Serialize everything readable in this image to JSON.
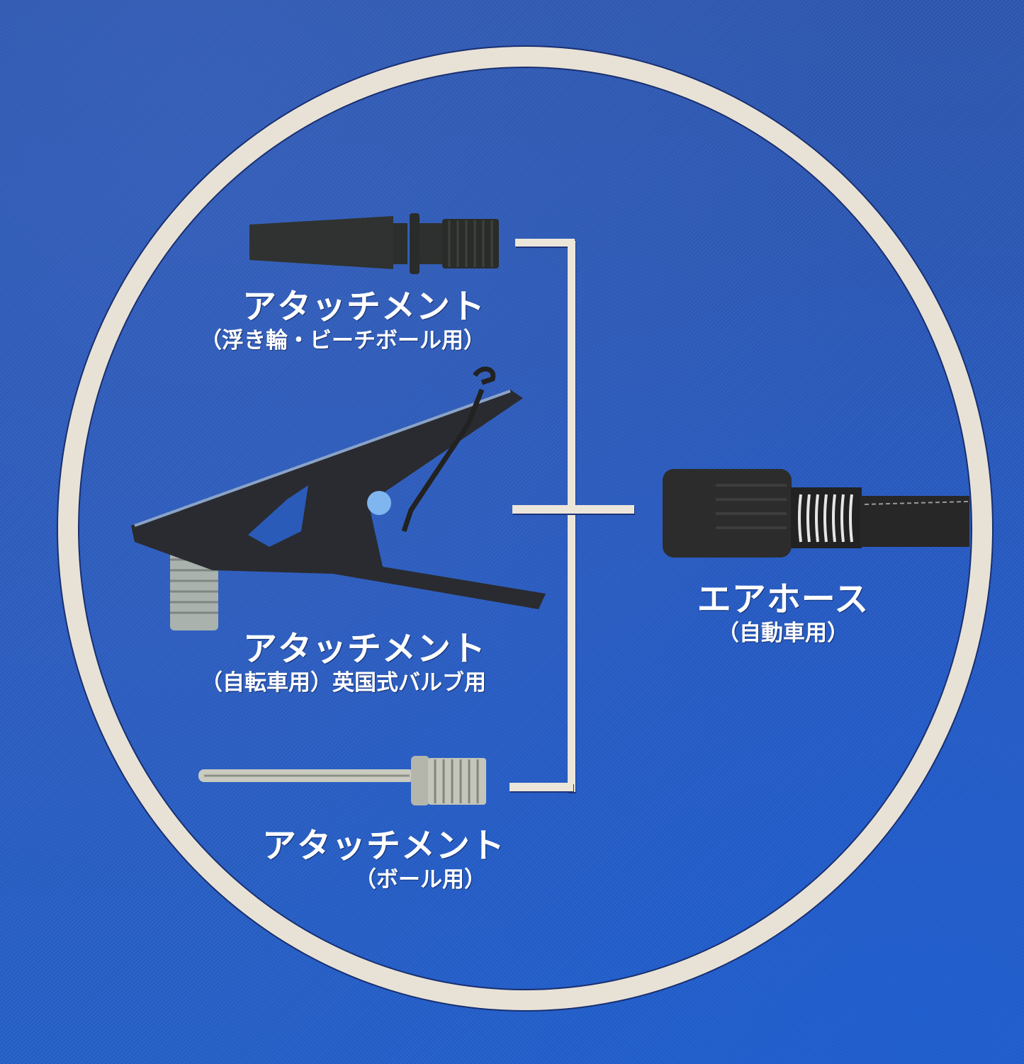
{
  "colors": {
    "background": "#2b5bb8",
    "ring": "#e8e2d6",
    "text": "#ffffff",
    "part_dark": "#2c2c2e",
    "part_metal": "#c8ccc6"
  },
  "items": [
    {
      "id": "float-attachment",
      "title": "アタッチメント",
      "subtitle": "（浮き輪・ビーチボール用）",
      "icon": "tapered-nozzle-icon"
    },
    {
      "id": "bicycle-attachment",
      "title": "アタッチメント",
      "subtitle": "（自転車用）英国式バルブ用",
      "icon": "clip-valve-icon"
    },
    {
      "id": "ball-attachment",
      "title": "アタッチメント",
      "subtitle": "（ボール用）",
      "icon": "needle-icon"
    },
    {
      "id": "air-hose",
      "title": "エアホース",
      "subtitle": "（自動車用）",
      "icon": "air-hose-icon"
    }
  ]
}
